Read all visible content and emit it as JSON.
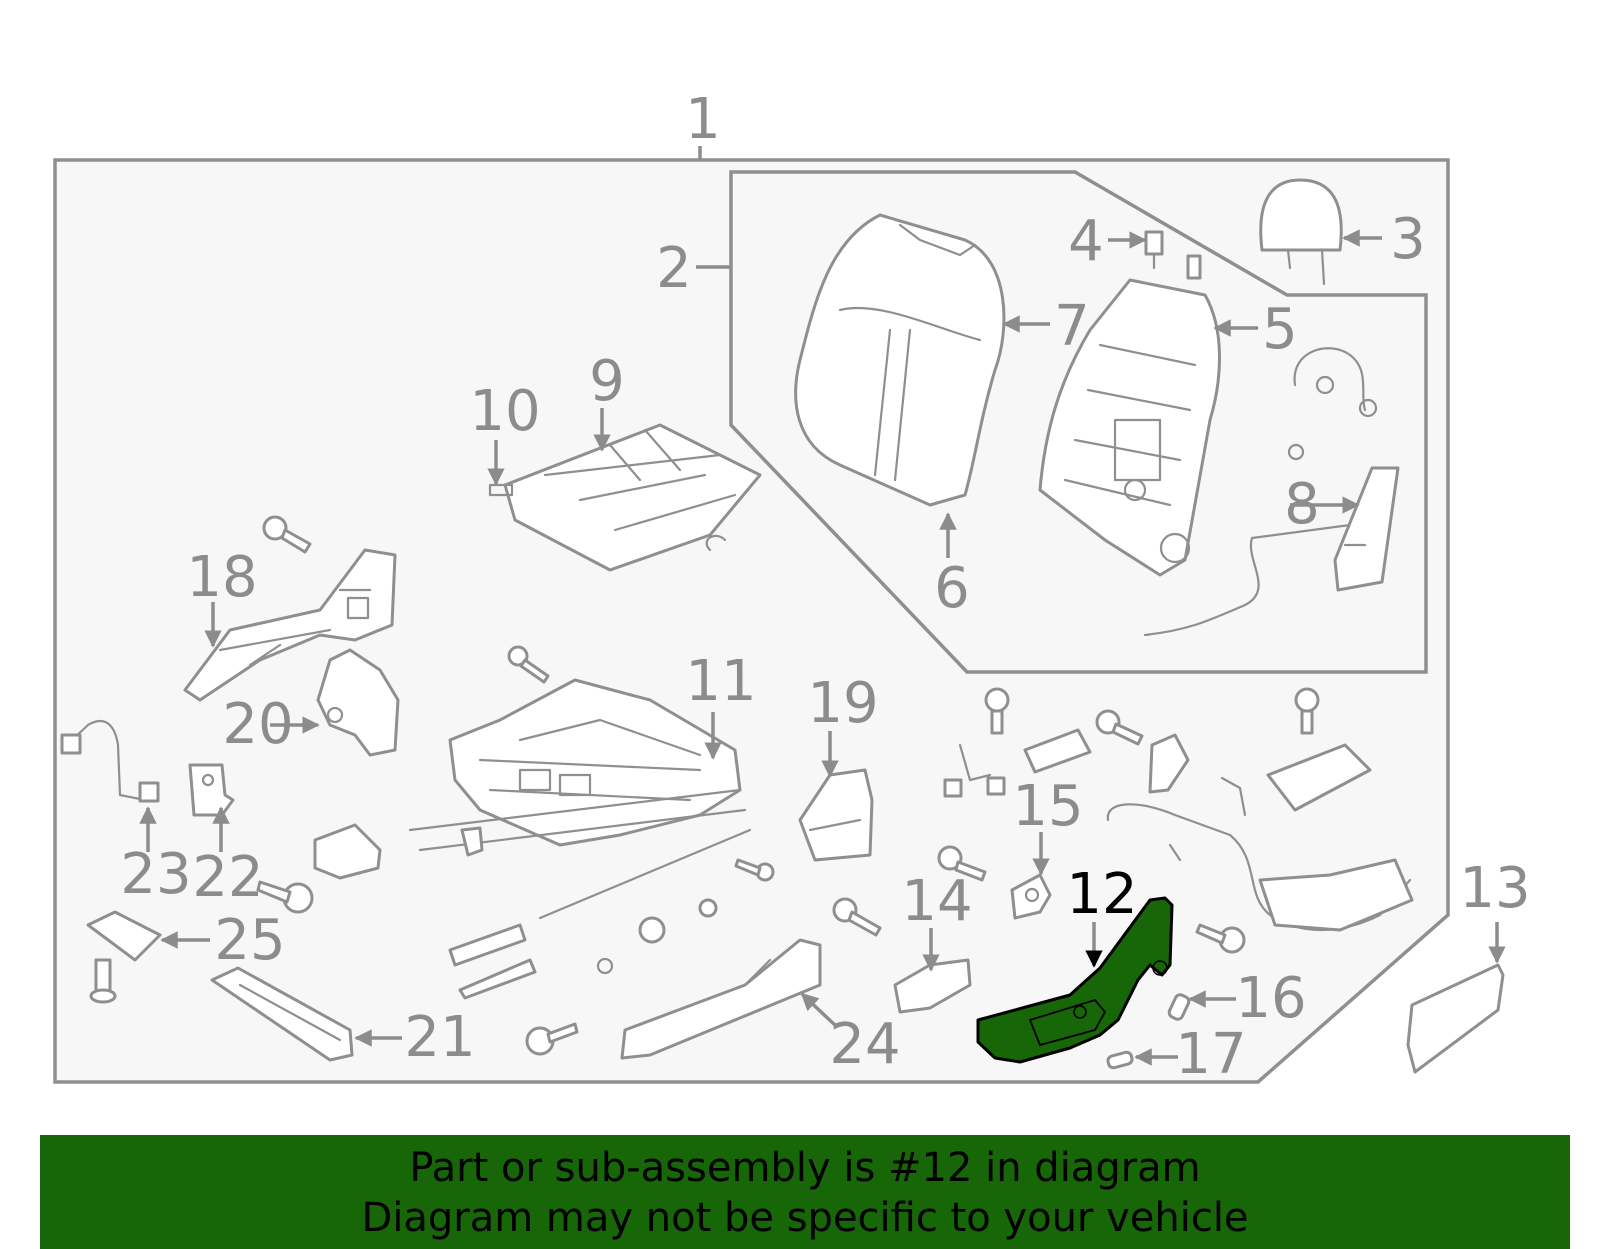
{
  "callouts": [
    "1",
    "2",
    "3",
    "4",
    "5",
    "6",
    "7",
    "8",
    "9",
    "10",
    "11",
    "12",
    "13",
    "14",
    "15",
    "16",
    "17",
    "18",
    "19",
    "20",
    "21",
    "22",
    "23",
    "24",
    "25"
  ],
  "highlighted_part": "12",
  "colors": {
    "line": "#8f8f8f",
    "box_fill": "#f7f7f7",
    "highlight_fill": "#176608",
    "banner_bg": "#176608",
    "text_dark": "#000000"
  },
  "banner": {
    "line1": "Part or sub-assembly is #12 in diagram",
    "line2": "Diagram may not be specific to your vehicle"
  }
}
